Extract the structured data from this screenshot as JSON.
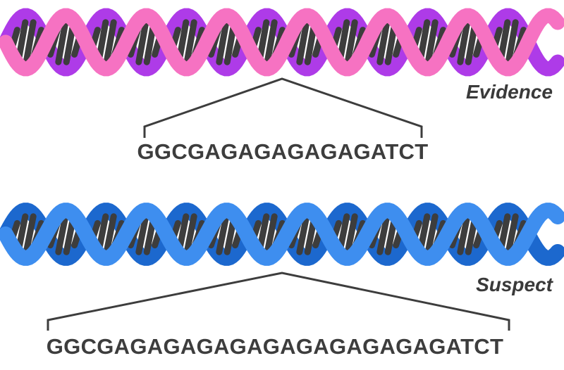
{
  "background": "#FFFFFF",
  "text_color": "#3A3A3A",
  "bracket_color": "#3D3D3D",
  "evidence": {
    "label": "Evidence",
    "sequence": "GGCGAGAGAGAGAGATCT",
    "repeat_unit": "GA",
    "repeat_count": 6,
    "colors": {
      "strand_front": "#F672C2",
      "strand_back": "#AE3BE8",
      "rungs": "#3D3D3D"
    }
  },
  "suspect": {
    "label": "Suspect",
    "sequence": "GGCGAGAGAGAGAGAGAGAGAGAGATCT",
    "repeat_unit": "GA",
    "repeat_count": 11,
    "colors": {
      "strand_front": "#3E8EEF",
      "strand_back": "#1C68CE",
      "rungs": "#3D3D3D"
    }
  }
}
